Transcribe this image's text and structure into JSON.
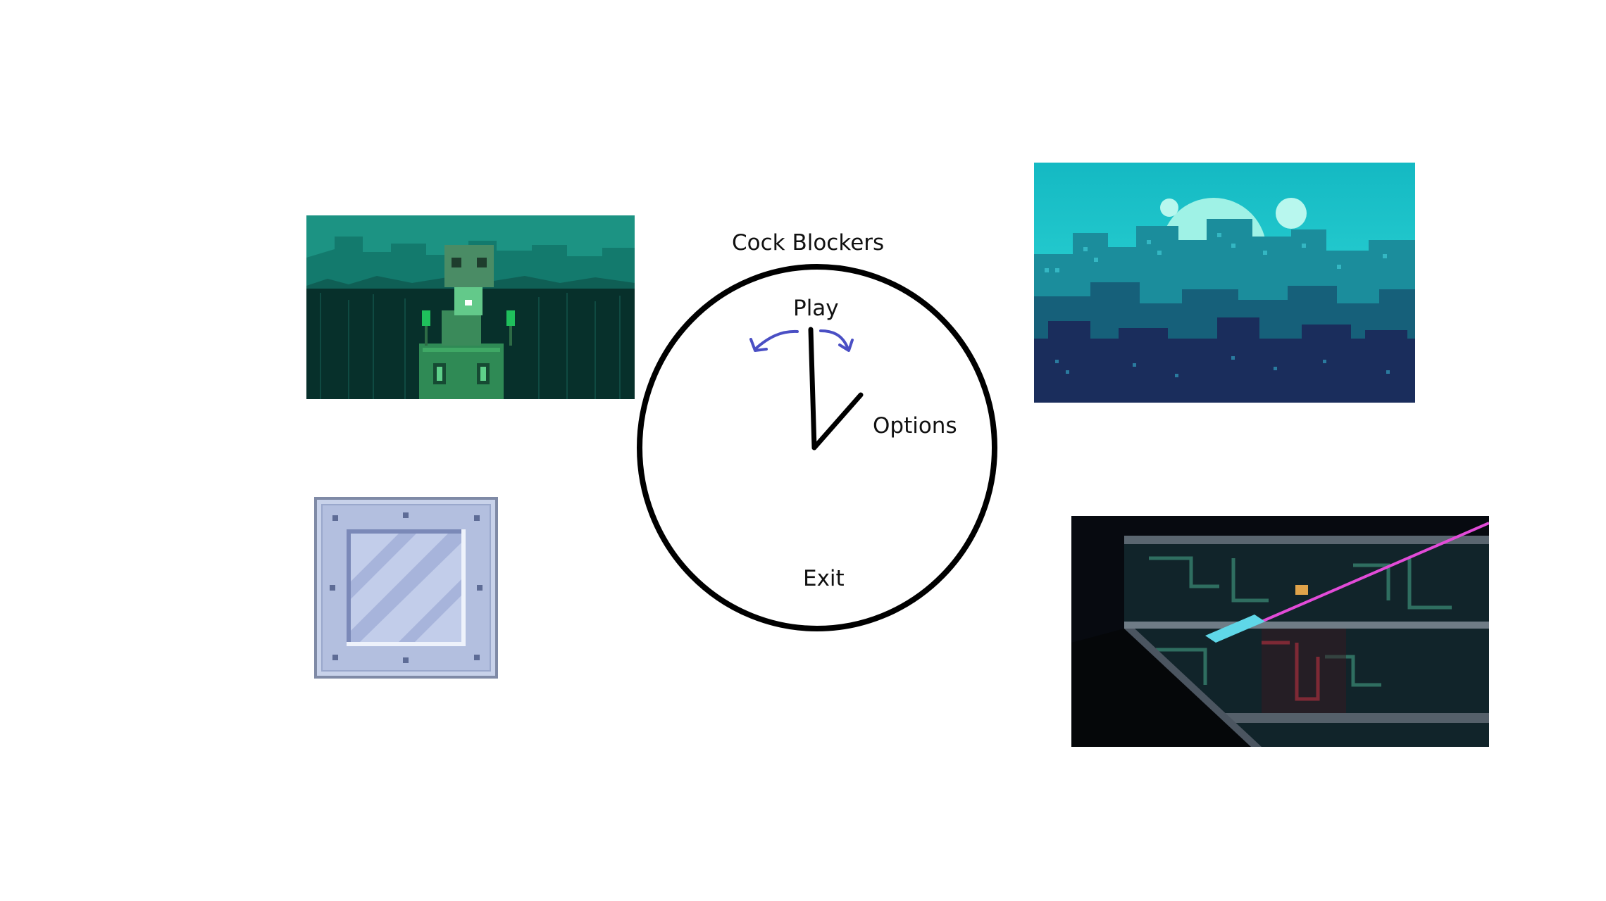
{
  "title": "Cock Blockers",
  "menu": {
    "play_label": "Play",
    "options_label": "Options",
    "exit_label": "Exit"
  },
  "colors": {
    "background": "#ffffff",
    "clock_outline": "#000000",
    "arrow_accent": "#4a4fc4",
    "forest_teal": "#0f7a6a",
    "city_cyan": "#19c6cc",
    "block_steel": "#a9b6d6",
    "station_dark": "#0b0e14"
  },
  "images": [
    {
      "name": "forest-tower-art",
      "description": "pixel-art-forest-tower"
    },
    {
      "name": "city-skyline-art",
      "description": "pixel-art-city-skyline"
    },
    {
      "name": "metal-block-art",
      "description": "pixel-art-metal-block"
    },
    {
      "name": "space-station-art",
      "description": "pixel-art-space-station"
    }
  ]
}
